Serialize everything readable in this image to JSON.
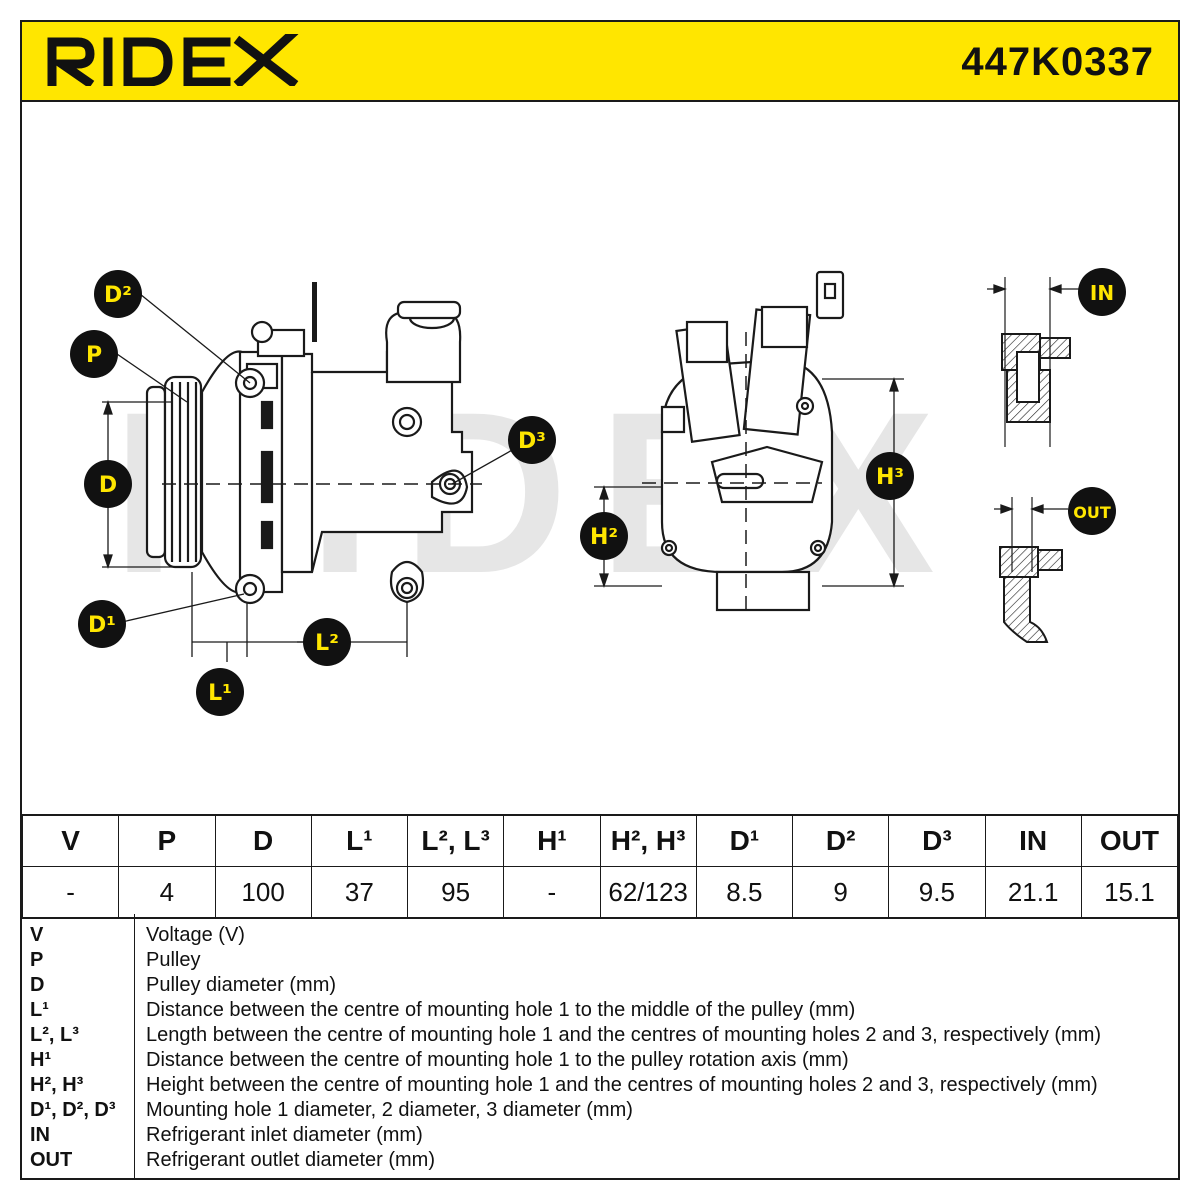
{
  "header": {
    "brand": "RIDEX",
    "part_number": "447K0337"
  },
  "drawing": {
    "watermark": "RIDEX",
    "labels": {
      "d2": "D²",
      "p": "P",
      "d": "D",
      "d1": "D¹",
      "l1": "L¹",
      "l2": "L²",
      "d3": "D³",
      "h2": "H²",
      "h3": "H³",
      "in": "IN",
      "out": "OUT"
    }
  },
  "spec_table": {
    "columns": [
      "V",
      "P",
      "D",
      "L¹",
      "L², L³",
      "H¹",
      "H², H³",
      "D¹",
      "D²",
      "D³",
      "IN",
      "OUT"
    ],
    "values": [
      "-",
      "4",
      "100",
      "37",
      "95",
      "-",
      "62/123",
      "8.5",
      "9",
      "9.5",
      "21.1",
      "15.1"
    ]
  },
  "legend": [
    {
      "key": "V",
      "desc": "Voltage (V)"
    },
    {
      "key": "P",
      "desc": "Pulley"
    },
    {
      "key": "D",
      "desc": "Pulley diameter (mm)"
    },
    {
      "key": "L¹",
      "desc": "Distance between the centre of mounting hole 1 to the middle of the pulley (mm)"
    },
    {
      "key": "L², L³",
      "desc": "Length between the centre of mounting hole 1 and the centres of mounting holes 2 and 3, respectively (mm)"
    },
    {
      "key": "H¹",
      "desc": "Distance between the centre of mounting hole 1 to the pulley rotation axis (mm)"
    },
    {
      "key": "H², H³",
      "desc": "Height between the centre of mounting hole 1 and the centres of mounting holes 2 and 3, respectively (mm)"
    },
    {
      "key": "D¹, D², D³",
      "desc": "Mounting hole 1 diameter, 2 diameter, 3 diameter (mm)"
    },
    {
      "key": "IN",
      "desc": "Refrigerant inlet diameter (mm)"
    },
    {
      "key": "OUT",
      "desc": "Refrigerant outlet diameter (mm)"
    }
  ],
  "colors": {
    "brand_yellow": "#ffe600",
    "line": "#1a1a1a",
    "watermark": "#e6e6e6"
  }
}
